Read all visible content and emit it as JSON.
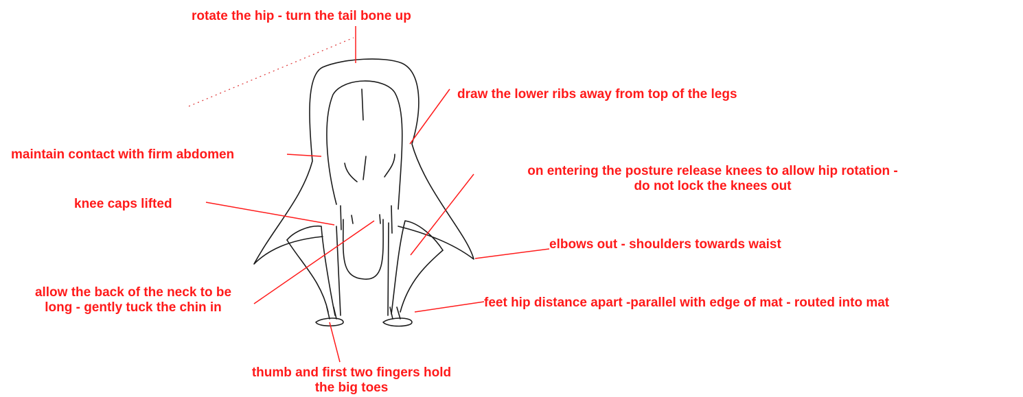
{
  "annotations": {
    "hip": "rotate the hip - turn the tail bone up",
    "ribs": "draw the lower ribs away from top of the legs",
    "abdomen": "maintain contact with firm abdomen",
    "knees_line1": "on entering the posture release knees to allow hip rotation -",
    "knees_line2": "do not lock the knees out",
    "kneecaps": "knee caps lifted",
    "elbows": "elbows out - shoulders towards waist",
    "neck_line1": "allow the back of the neck to be",
    "neck_line2": "long - gently tuck the chin in",
    "feet": "feet hip distance apart -parallel with edge of mat - routed into mat",
    "toes_line1": "thumb and first two fingers hold",
    "toes_line2": "the big toes"
  },
  "colors": {
    "annotation": "#ff1a1a",
    "drawing": "#1a1a1a",
    "background": "#ffffff"
  }
}
